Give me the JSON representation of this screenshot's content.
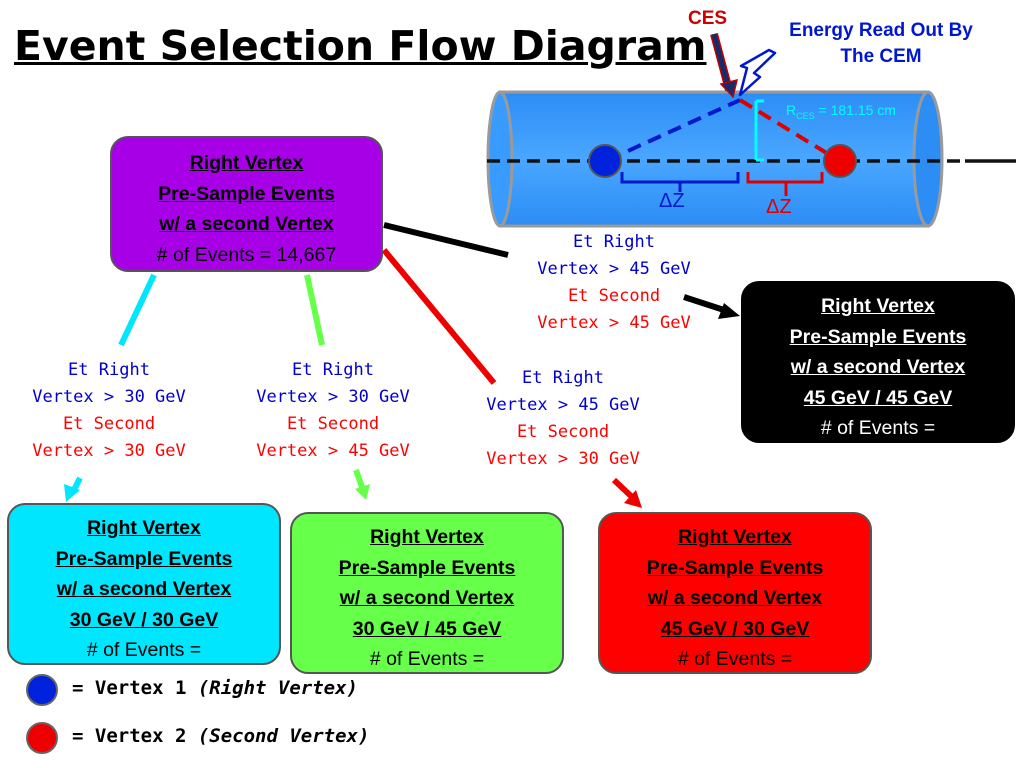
{
  "title": "Event Selection Flow Diagram",
  "detector": {
    "ces_label": "CES",
    "energy_label_line1": "Energy Read Out By",
    "energy_label_line2": "The CEM",
    "rces_symbol": "R",
    "rces_sub": "CES",
    "rces_value": " = 181.15 cm",
    "dz_blue": "ΔZ",
    "dz_red": "ΔZ"
  },
  "boxes": {
    "main": {
      "line1": "Right Vertex",
      "line2": "Pre-Sample Events",
      "line3": "w/ a second Vertex",
      "count": "# of Events = 14,667"
    },
    "black": {
      "line1": "Right Vertex",
      "line2": "Pre-Sample Events",
      "line3": "w/ a second Vertex",
      "line4": "45 GeV / 45 GeV",
      "count": "# of Events ="
    },
    "cyan": {
      "line1": "Right Vertex",
      "line2": "Pre-Sample Events",
      "line3": "w/ a second Vertex",
      "line4": "30 GeV / 30 GeV",
      "count": "# of Events ="
    },
    "green": {
      "line1": "Right Vertex",
      "line2": "Pre-Sample Events",
      "line3": "w/ a second Vertex",
      "line4": "30 GeV / 45 GeV",
      "count": "# of Events ="
    },
    "red": {
      "line1": "Right Vertex",
      "line2": "Pre-Sample Events",
      "line3": "w/ a second Vertex",
      "line4": "45 GeV / 30 GeV",
      "count": "# of Events ="
    }
  },
  "cuts": {
    "black": {
      "l1": "Et Right",
      "l2": "Vertex > 45 GeV",
      "l3": "Et Second",
      "l4": "Vertex > 45 GeV"
    },
    "cyan": {
      "l1": "Et Right",
      "l2": "Vertex > 30 GeV",
      "l3": "Et Second",
      "l4": "Vertex > 30 GeV"
    },
    "green": {
      "l1": "Et Right",
      "l2": "Vertex > 30 GeV",
      "l3": "Et Second",
      "l4": "Vertex > 45 GeV"
    },
    "red": {
      "l1": "Et Right",
      "l2": "Vertex > 45 GeV",
      "l3": "Et Second",
      "l4": "Vertex > 30 GeV"
    }
  },
  "legend": {
    "v1_prefix": "= Vertex 1 ",
    "v1_italic": "(Right Vertex)",
    "v2_prefix": "= Vertex 2 ",
    "v2_italic": "(Second Vertex)"
  },
  "colors": {
    "vertex1": "#0022dd",
    "vertex2": "#ee0000",
    "cylinder": "#3399ff",
    "main_box": "#a800e6",
    "cyan_box": "#00e6ff",
    "green_box": "#66ff4a",
    "red_box": "#ff0000"
  }
}
